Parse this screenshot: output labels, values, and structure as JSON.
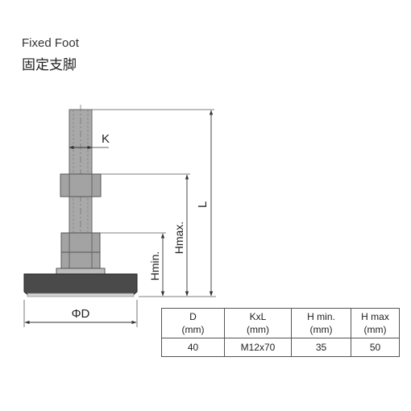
{
  "title": {
    "english": "Fixed Foot",
    "chinese": "固定支脚"
  },
  "dimension_labels": {
    "k": "K",
    "l": "L",
    "h_max": "Hmax.",
    "h_min": "Hmin.",
    "d": "ΦD"
  },
  "table": {
    "columns": [
      {
        "name": "D",
        "unit": "(mm)"
      },
      {
        "name": "KxL",
        "unit": "(mm)"
      },
      {
        "name": "H min.",
        "unit": "(mm)"
      },
      {
        "name": "H max",
        "unit": "(mm)"
      }
    ],
    "rows": [
      [
        "40",
        "M12x70",
        "35",
        "50"
      ]
    ]
  }
}
